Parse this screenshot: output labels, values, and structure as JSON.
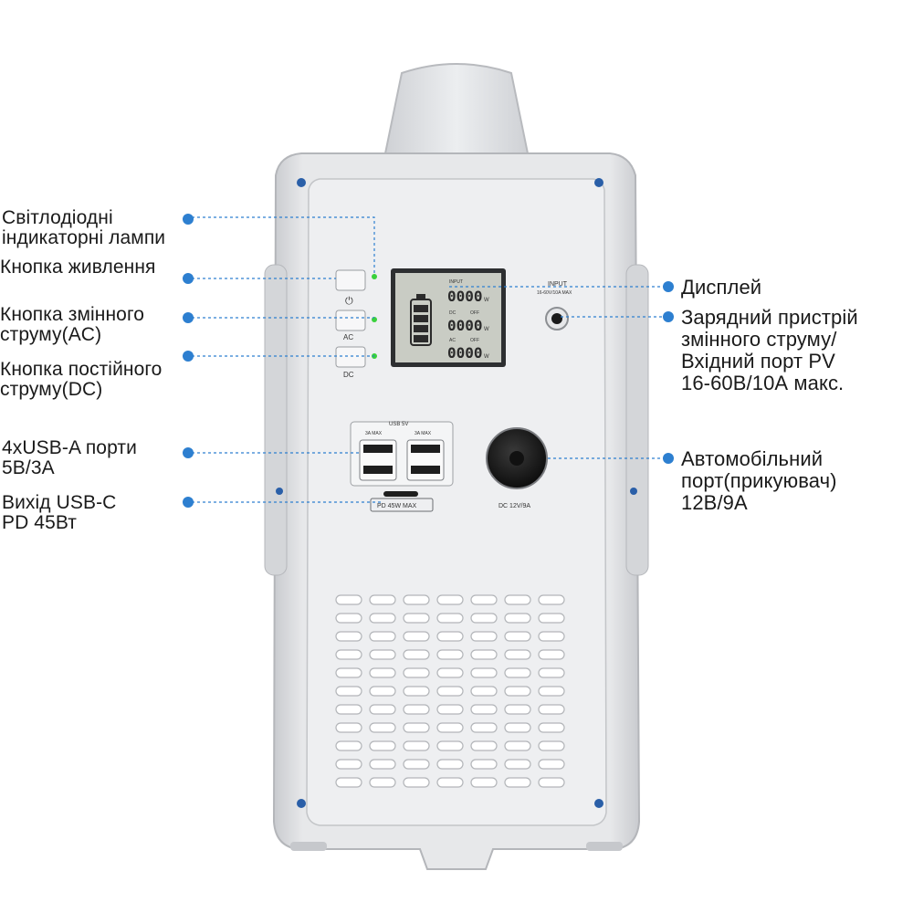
{
  "callouts_left": [
    {
      "id": "led",
      "lines": [
        "Світлодіодні",
        "індикаторні лампи"
      ]
    },
    {
      "id": "power",
      "lines": [
        "Кнопка живлення"
      ]
    },
    {
      "id": "ac",
      "lines": [
        "Кнопка змінного",
        "струму(AC)"
      ]
    },
    {
      "id": "dc",
      "lines": [
        "Кнопка постійного",
        "струму(DC)"
      ]
    },
    {
      "id": "usba",
      "lines": [
        "4xUSB-A порти",
        "5В/3А"
      ]
    },
    {
      "id": "usbc",
      "lines": [
        "Вихід USB-C",
        "PD 45Вт"
      ]
    }
  ],
  "callouts_right": [
    {
      "id": "display",
      "lines": [
        "Дисплей"
      ]
    },
    {
      "id": "charger",
      "lines": [
        "Зарядний пристрій",
        "змінного струму/",
        "Вхідний порт PV",
        "16-60В/10А макс."
      ]
    },
    {
      "id": "car",
      "lines": [
        "Автомобільний",
        "порт(прикуювач)",
        "12В/9А"
      ]
    }
  ],
  "panel": {
    "ac_label": "AC",
    "dc_label": "DC",
    "input_label": "INPUT",
    "input_spec": "16-60V/10A MAX",
    "usb_title": "USB 5V",
    "usb_max_left": "3A MAX",
    "usb_max_right": "3A MAX",
    "pd_label": "PD 45W MAX",
    "dc_out_label": "DC 12V/9A",
    "power_symbol": "⏻"
  },
  "lcd": {
    "input_label": "INPUT",
    "input_value": "0000",
    "dc_label": "DC",
    "dc_off": "OFF",
    "dc_value": "0000",
    "ac_label": "AC",
    "ac_off": "OFF",
    "ac_value": "0000",
    "unit": "W"
  },
  "colors": {
    "dot": "#2d7fd0",
    "led": "#39d13c",
    "body": "#e4e5e8",
    "panel": "#eeeff1"
  }
}
